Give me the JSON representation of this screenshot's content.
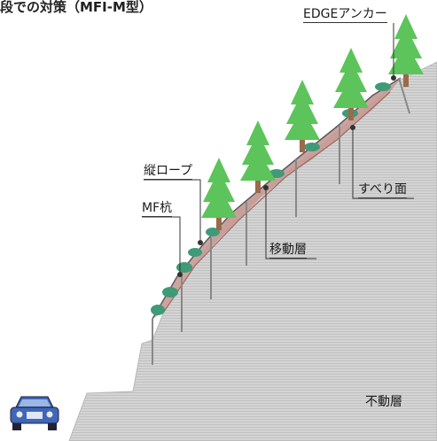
{
  "title": "段での対策（MFI-M型）",
  "labels": {
    "edge_anchor": "EDGEアンカー",
    "vertical_rope": "縦ロープ",
    "mf_pile": "MF杭",
    "slip_surface": "すべり面",
    "moving_layer": "移動層",
    "fixed_layer": "不動層"
  },
  "colors": {
    "ground": "#cfcfcf",
    "moving_layer": "#c79a95",
    "tree_green": "#5cc45a",
    "trunk": "#9a6a4a",
    "shrub": "#3f9a78",
    "car": "#3f66b8",
    "leader_line": "#333333"
  },
  "icons": [
    "tree-icon",
    "car-icon",
    "shrub-icon"
  ]
}
